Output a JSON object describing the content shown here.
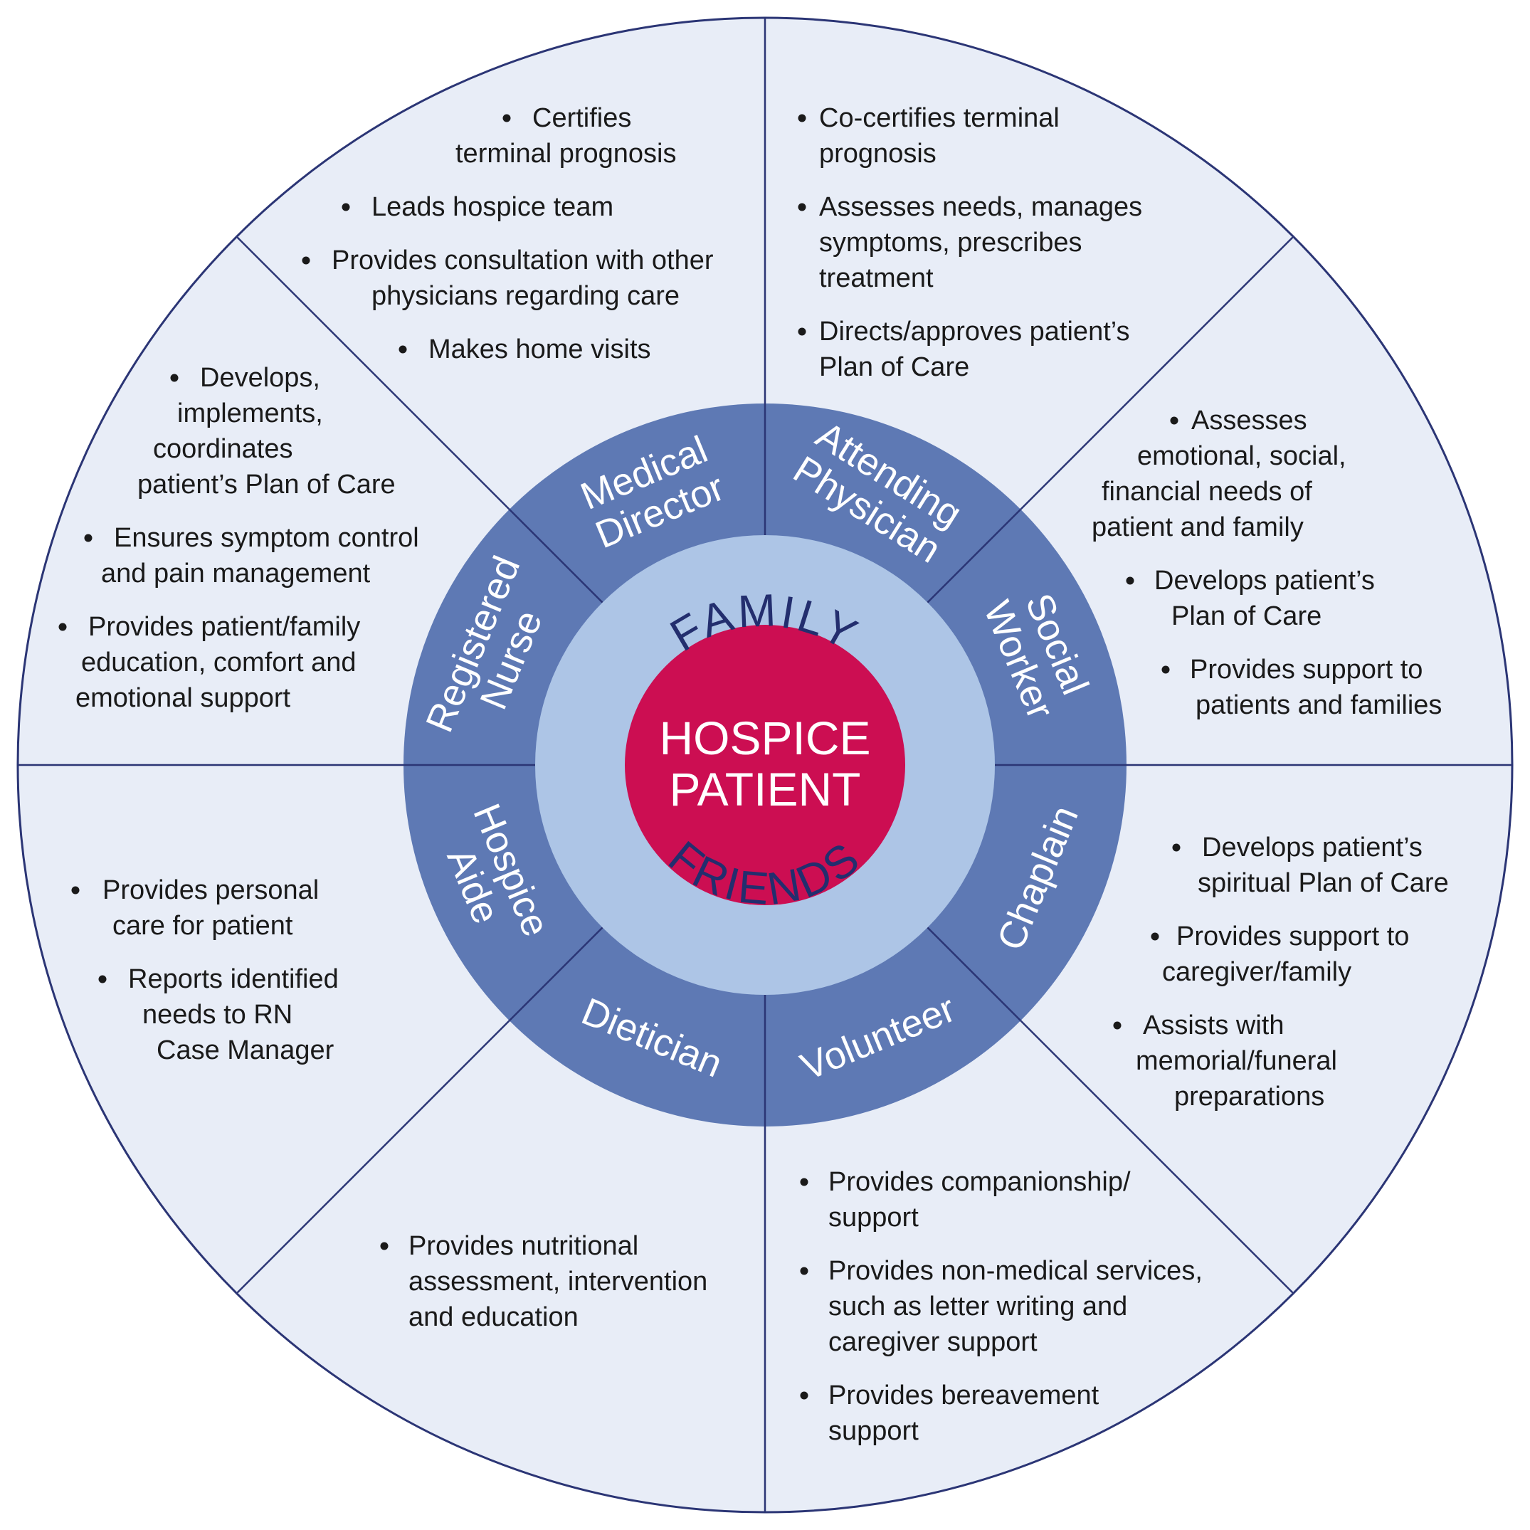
{
  "center": {
    "line1": "HOSPICE",
    "line2": "PATIENT"
  },
  "band": {
    "top": "FAMILY",
    "bottom": "FRIENDS"
  },
  "roles": [
    {
      "id": "medical-director",
      "lines": [
        "Medical",
        "Director"
      ]
    },
    {
      "id": "attending-physician",
      "lines": [
        "Attending",
        "Physician"
      ]
    },
    {
      "id": "social-worker",
      "lines": [
        "Social",
        "Worker"
      ]
    },
    {
      "id": "chaplain",
      "lines": [
        "Chaplain"
      ]
    },
    {
      "id": "volunteer",
      "lines": [
        "Volunteer"
      ]
    },
    {
      "id": "dietician",
      "lines": [
        "Dietician"
      ]
    },
    {
      "id": "hospice-aide",
      "lines": [
        "Hospice",
        "Aide"
      ]
    },
    {
      "id": "registered-nurse",
      "lines": [
        "Registered",
        "Nurse"
      ]
    }
  ],
  "responsibilities": {
    "medical-director": [
      [
        "Certifies",
        "terminal prognosis"
      ],
      [
        "Leads hospice team"
      ],
      [
        "Provides consultation with other",
        "physicians regarding care"
      ],
      [
        "Makes home visits"
      ]
    ],
    "attending-physician": [
      [
        "Co-certifies terminal",
        "prognosis"
      ],
      [
        "Assesses needs, manages",
        "symptoms, prescribes",
        "treatment"
      ],
      [
        "Directs/approves patient’s",
        "Plan of Care"
      ]
    ],
    "social-worker": [
      [
        "Assesses",
        "emotional, social,",
        "financial needs of",
        "patient and family"
      ],
      [
        "Develops patient’s",
        "Plan of Care"
      ],
      [
        "Provides support to",
        "patients and families"
      ]
    ],
    "chaplain": [
      [
        "Develops patient’s",
        "spiritual Plan of Care"
      ],
      [
        "Provides support to",
        "caregiver/family"
      ],
      [
        "Assists with",
        "memorial/funeral",
        "preparations"
      ]
    ],
    "volunteer": [
      [
        "Provides companionship/",
        "support"
      ],
      [
        "Provides non-medical services,",
        "such as letter writing and",
        "caregiver support"
      ],
      [
        "Provides bereavement",
        "support"
      ]
    ],
    "dietician": [
      [
        "Provides nutritional",
        "assessment, intervention",
        "and education"
      ]
    ],
    "hospice-aide": [
      [
        "Provides personal",
        "care for patient"
      ],
      [
        "Reports identified",
        "needs to RN",
        "Case Manager"
      ]
    ],
    "registered-nurse": [
      [
        "Develops,",
        "implements,",
        "coordinates",
        "patient’s Plan of Care"
      ],
      [
        "Ensures symptom control",
        "and pain management"
      ],
      [
        "Provides patient/family",
        "education, comfort and",
        "emotional support"
      ]
    ]
  },
  "colors": {
    "outer": "#e8edf7",
    "ring": "#5e79b4",
    "band": "#adc5e6",
    "core": "#cc0e52",
    "line": "#2b3575"
  }
}
